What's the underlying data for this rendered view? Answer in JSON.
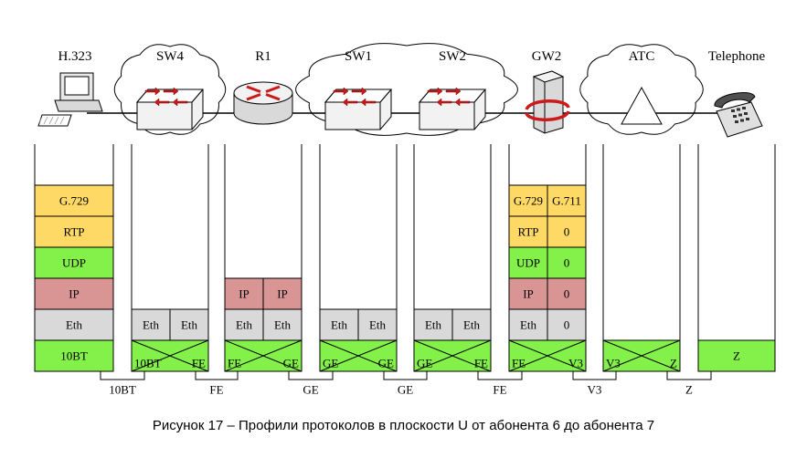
{
  "colors": {
    "yellow": "#ffd966",
    "green": "#84f04a",
    "red": "#d99594",
    "gray": "#d9d9d9",
    "white": "#ffffff",
    "arrow": "#cc1a1a"
  },
  "devices": [
    {
      "id": "h323",
      "label": "H.323",
      "icon": "computer-icon"
    },
    {
      "id": "sw4",
      "label": "SW4",
      "icon": "switch-icon",
      "cloud": true
    },
    {
      "id": "r1",
      "label": "R1",
      "icon": "router-icon"
    },
    {
      "id": "sw1",
      "label": "SW1",
      "icon": "switch-icon",
      "cloud": true
    },
    {
      "id": "sw2",
      "label": "SW2",
      "icon": "switch-icon",
      "cloud": true
    },
    {
      "id": "gw2",
      "label": "GW2",
      "icon": "gateway-icon"
    },
    {
      "id": "atc",
      "label": "АТС",
      "icon": "pbx-triangle-icon",
      "cloud": true
    },
    {
      "id": "tel",
      "label": "Telephone",
      "icon": "telephone-icon"
    }
  ],
  "stacks": {
    "h323": [
      [
        {
          "t": "G.729",
          "c": "yellow"
        }
      ],
      [
        {
          "t": "RTP",
          "c": "yellow"
        }
      ],
      [
        {
          "t": "UDP",
          "c": "green"
        }
      ],
      [
        {
          "t": "IP",
          "c": "red"
        }
      ],
      [
        {
          "t": "Eth",
          "c": "gray"
        }
      ],
      [
        {
          "t": "10BT",
          "c": "green"
        }
      ]
    ],
    "sw4": [
      [
        {
          "t": "Eth",
          "c": "gray"
        },
        {
          "t": "Eth",
          "c": "gray"
        }
      ],
      [
        {
          "phy": [
            "10BT",
            "FE"
          ]
        }
      ]
    ],
    "r1": [
      [
        {
          "t": "IP",
          "c": "red"
        },
        {
          "t": "IP",
          "c": "red"
        }
      ],
      [
        {
          "t": "Eth",
          "c": "gray"
        },
        {
          "t": "Eth",
          "c": "gray"
        }
      ],
      [
        {
          "phy": [
            "FE",
            "GE"
          ]
        }
      ]
    ],
    "sw1": [
      [
        {
          "t": "Eth",
          "c": "gray"
        },
        {
          "t": "Eth",
          "c": "gray"
        }
      ],
      [
        {
          "phy": [
            "GE",
            "GE"
          ]
        }
      ]
    ],
    "sw2": [
      [
        {
          "t": "Eth",
          "c": "gray"
        },
        {
          "t": "Eth",
          "c": "gray"
        }
      ],
      [
        {
          "phy": [
            "GE",
            "FE"
          ]
        }
      ]
    ],
    "gw2": [
      [
        {
          "t": "G.729",
          "c": "yellow"
        },
        {
          "t": "G.711",
          "c": "yellow"
        }
      ],
      [
        {
          "t": "RTP",
          "c": "yellow"
        },
        {
          "t": "0",
          "c": "yellow"
        }
      ],
      [
        {
          "t": "UDP",
          "c": "green"
        },
        {
          "t": "0",
          "c": "green"
        }
      ],
      [
        {
          "t": "IP",
          "c": "red"
        },
        {
          "t": "0",
          "c": "red"
        }
      ],
      [
        {
          "t": "Eth",
          "c": "gray"
        },
        {
          "t": "0",
          "c": "gray"
        }
      ],
      [
        {
          "phy": [
            "FE",
            "V3"
          ]
        }
      ]
    ],
    "atc": [
      [
        {
          "phy": [
            "V3",
            "Z"
          ]
        }
      ]
    ],
    "tel": [
      [
        {
          "t": "Z",
          "c": "green"
        }
      ]
    ]
  },
  "links": [
    "10BT",
    "FE",
    "GE",
    "GE",
    "FE",
    "V3",
    "Z"
  ],
  "caption": "Рисунок 17 – Профили протоколов в плоскости U от абонента 6 до абонента 7"
}
